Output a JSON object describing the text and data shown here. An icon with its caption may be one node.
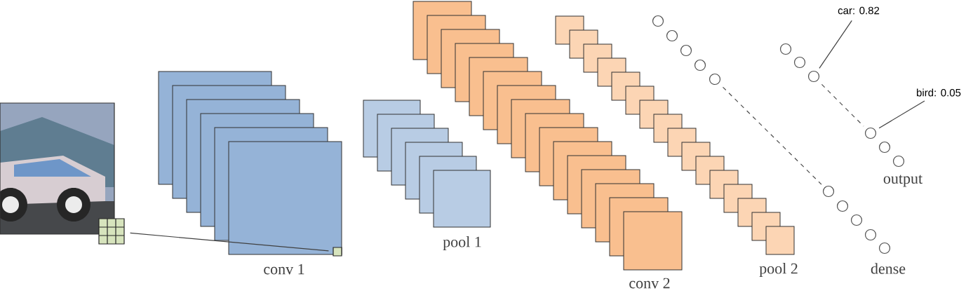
{
  "diagram": {
    "nodes": [
      {
        "text": [],
        "shape": "picture"
      },
      {
        "text": [],
        "shape": "box"
      },
      {
        "text": [],
        "shape": "box"
      },
      {
        "text": [],
        "shape": "circle"
      },
      {
        "text": [],
        "shape": "circle"
      },
      {
        "text": [],
        "shape": "circle"
      },
      {
        "text": [],
        "shape": "circle"
      },
      {
        "text": [],
        "shape": "circle"
      },
      {
        "text": [],
        "shape": "circle"
      },
      {
        "text": [],
        "shape": "circle"
      },
      {
        "text": [],
        "shape": "circle"
      },
      {
        "text": [],
        "shape": "circle"
      },
      {
        "text": [],
        "shape": "circle"
      },
      {
        "text": [
          "car: 0.82"
        ]
      },
      {
        "text": [],
        "shape": "circle"
      },
      {
        "text": [],
        "shape": "circle"
      },
      {
        "text": [],
        "shape": "circle"
      },
      {
        "text": [
          "bird: 0.05"
        ]
      },
      {
        "text": [],
        "shape": "circle"
      },
      {
        "text": [],
        "shape": "circle"
      },
      {
        "text": [],
        "shape": "circle"
      }
    ],
    "edges": [
      {
        "from": 1,
        "to": 2,
        "arrow": "none"
      },
      {
        "from": 7,
        "to": 8,
        "arrow": "none",
        "style": "dashed"
      },
      {
        "from": 13,
        "to": 16,
        "arrow": "none"
      },
      {
        "from": 16,
        "to": 18,
        "arrow": "none",
        "style": "dashed"
      },
      {
        "from": 17,
        "to": 18,
        "arrow": "none"
      }
    ],
    "labels": [
      "conv 1",
      "pool 1",
      "conv 2",
      "pool 2",
      "dense",
      "output"
    ]
  }
}
